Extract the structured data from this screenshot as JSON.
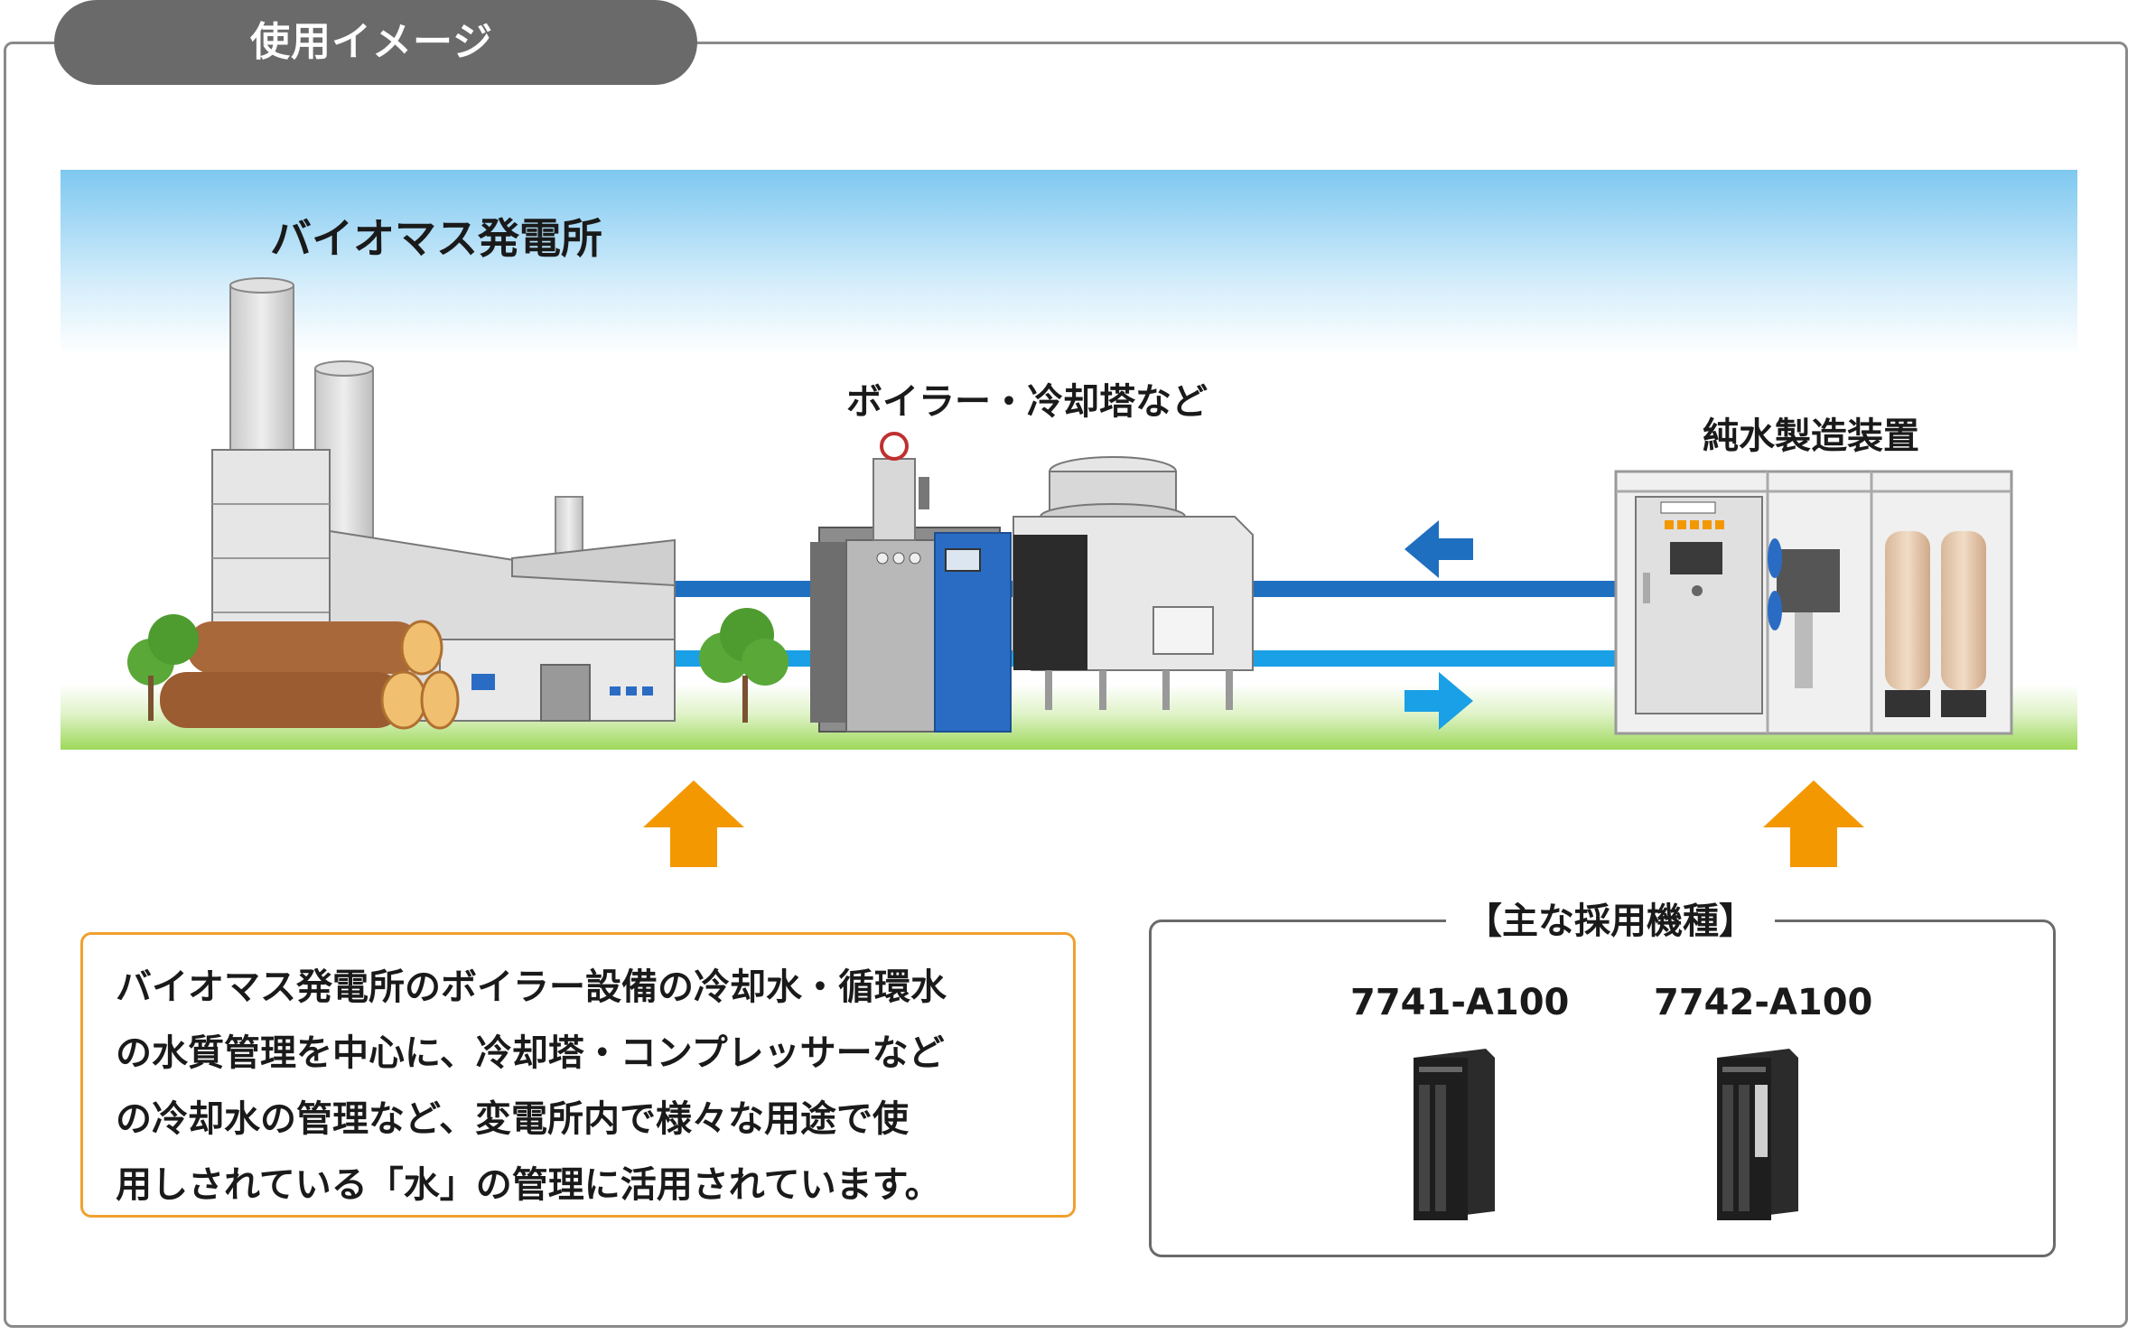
{
  "section": {
    "title": "使用イメージ"
  },
  "scene": {
    "plant_label": "バイオマス発電所",
    "boiler_label": "ボイラー・冷却塔など",
    "pure_water_label": "純水製造装置"
  },
  "description": {
    "lines": [
      "バイオマス発電所のボイラー設備の冷却水・循環水",
      "の水質管理を中心に、冷却塔・コンプレッサーなど",
      "の冷却水の管理など、変電所内で様々な用途で使",
      "用しされている「水」の管理に活用されています。"
    ]
  },
  "models": {
    "title": "【主な採用機種】",
    "items": [
      {
        "name": "7741-A100"
      },
      {
        "name": "7742-A100"
      }
    ]
  },
  "colors": {
    "tab_bg": "#6a6a6a",
    "frame_border": "#8a8a8a",
    "desc_border": "#f0a030",
    "arrow_orange": "#f39800",
    "pipe_blue": "#1f6fc0",
    "flow_arrow_dark": "#1f6fc0",
    "flow_arrow_light": "#1aa0e6",
    "sky_top": "#7ec8f0",
    "ground_green": "#9ed85a"
  }
}
